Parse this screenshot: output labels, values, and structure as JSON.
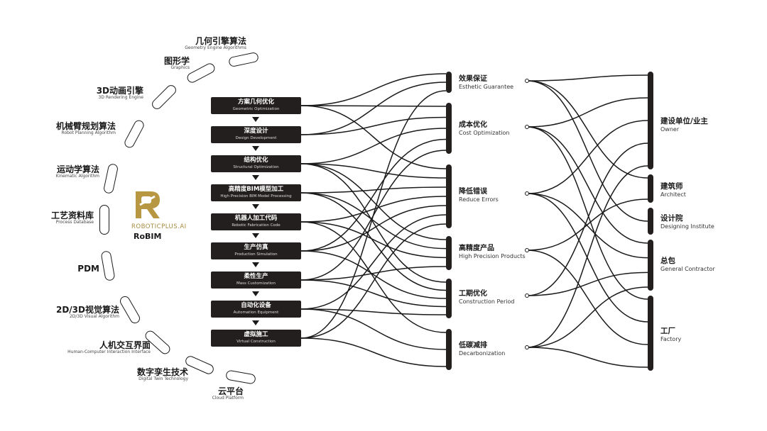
{
  "logo": {
    "brand": "ROBOTICPLUS.AI",
    "name": "RoBIM"
  },
  "technologies": [
    {
      "zh": "几何引擎算法",
      "en": "Geometry Engine Algorithms"
    },
    {
      "zh": "图形学",
      "en": "Graphics"
    },
    {
      "zh": "3D动画引擎",
      "en": "3D Rendering Engine"
    },
    {
      "zh": "机械臂规划算法",
      "en": "Robot Planning Algorithm"
    },
    {
      "zh": "运动学算法",
      "en": "Kinematic Algorithm"
    },
    {
      "zh": "工艺资料库",
      "en": "Process Database"
    },
    {
      "zh": "PDM",
      "en": ""
    },
    {
      "zh": "2D/3D视觉算法",
      "en": "2D/3D Visual Algorithm"
    },
    {
      "zh": "人机交互界面",
      "en": "Human-Computer Interaction Interface"
    },
    {
      "zh": "数字孪生技术",
      "en": "Digital Twin Technology"
    },
    {
      "zh": "云平台",
      "en": "Cloud Platform"
    }
  ],
  "process_steps": [
    {
      "zh": "方案几何优化",
      "en": "Geometric Optimization"
    },
    {
      "zh": "深度设计",
      "en": "Design Development"
    },
    {
      "zh": "结构优化",
      "en": "Structural Optimization"
    },
    {
      "zh": "高精度BIM模型加工",
      "en": "High Precision BIM Model Processing"
    },
    {
      "zh": "机器人加工代码",
      "en": "Robotic Fabrication Code"
    },
    {
      "zh": "生产仿真",
      "en": "Production Simulation"
    },
    {
      "zh": "柔性生产",
      "en": "Mass Customization"
    },
    {
      "zh": "自动化设备",
      "en": "Automation Equipment"
    },
    {
      "zh": "虚拟施工",
      "en": "Virtual Construction"
    }
  ],
  "benefits": [
    {
      "zh": "效果保证",
      "en": "Esthetic Guarantee"
    },
    {
      "zh": "成本优化",
      "en": "Cost Optimization"
    },
    {
      "zh": "降低错误",
      "en": "Reduce Errors"
    },
    {
      "zh": "高精度产品",
      "en": "High Precision Products"
    },
    {
      "zh": "工期优化",
      "en": "Construction Period"
    },
    {
      "zh": "低碳减排",
      "en": "Decarbonization"
    }
  ],
  "stakeholders": [
    {
      "zh": "建设单位/业主",
      "en": "Owner"
    },
    {
      "zh": "建筑师",
      "en": "Architect"
    },
    {
      "zh": "设计院",
      "en": "Designing Institute"
    },
    {
      "zh": "总包",
      "en": "General Contractor"
    },
    {
      "zh": "工厂",
      "en": "Factory"
    }
  ],
  "connections": {
    "step_to_benefit": [
      [
        0,
        0
      ],
      [
        0,
        1
      ],
      [
        0,
        2
      ],
      [
        1,
        0
      ],
      [
        1,
        1
      ],
      [
        2,
        1
      ],
      [
        2,
        2
      ],
      [
        2,
        3
      ],
      [
        2,
        4
      ],
      [
        3,
        2
      ],
      [
        3,
        3
      ],
      [
        3,
        4
      ],
      [
        4,
        2
      ],
      [
        4,
        3
      ],
      [
        4,
        5
      ],
      [
        5,
        1
      ],
      [
        5,
        2
      ],
      [
        5,
        4
      ],
      [
        6,
        1
      ],
      [
        6,
        3
      ],
      [
        6,
        4
      ],
      [
        7,
        2
      ],
      [
        7,
        4
      ],
      [
        7,
        5
      ],
      [
        8,
        0
      ],
      [
        8,
        2
      ],
      [
        8,
        5
      ]
    ],
    "benefit_to_stakeholder": [
      [
        0,
        0
      ],
      [
        0,
        1
      ],
      [
        0,
        2
      ],
      [
        1,
        0
      ],
      [
        1,
        3
      ],
      [
        1,
        4
      ],
      [
        2,
        0
      ],
      [
        2,
        3
      ],
      [
        2,
        4
      ],
      [
        3,
        1
      ],
      [
        3,
        4
      ],
      [
        4,
        0
      ],
      [
        4,
        3
      ],
      [
        5,
        0
      ],
      [
        5,
        3
      ],
      [
        5,
        4
      ]
    ]
  }
}
